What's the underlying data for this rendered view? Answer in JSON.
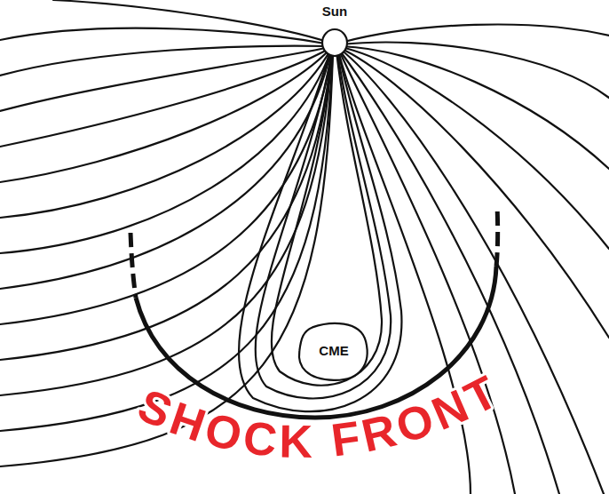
{
  "diagram": {
    "nodes": [
      {
        "text": [
          "Sun"
        ]
      },
      {
        "text": [
          "CME"
        ]
      }
    ],
    "labels": [
      "SHOCK FRONT"
    ]
  }
}
